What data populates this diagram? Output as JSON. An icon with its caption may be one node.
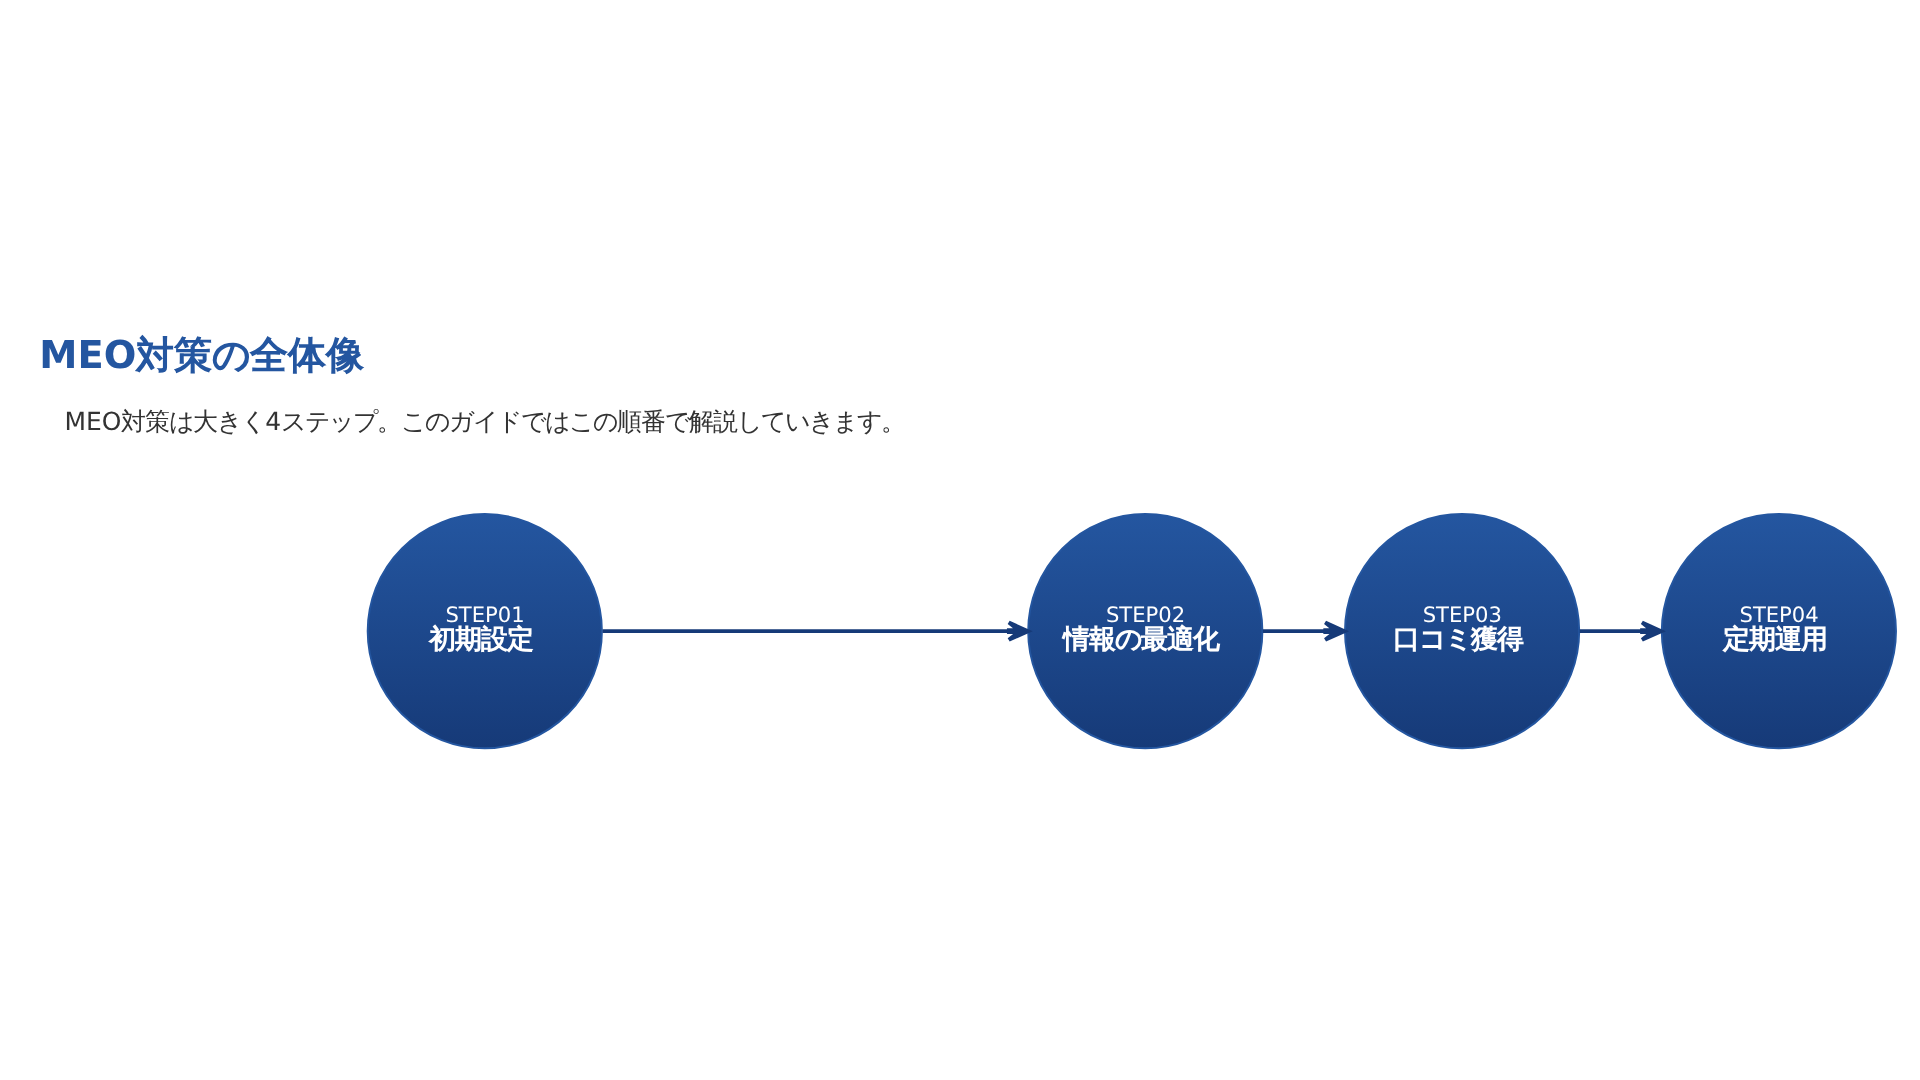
{
  "diagram": {
    "title": "MEO対策の全体像",
    "nodes": [
      {
        "text": [
          "STEP01",
          "初期設定"
        ]
      },
      {
        "text": [
          "STEP02",
          "情報の最適化"
        ]
      },
      {
        "text": [
          "STEP03",
          "口コミ獲得"
        ]
      },
      {
        "text": [
          "STEP04",
          "定期運用"
        ]
      }
    ],
    "edges": [
      {
        "from": 0,
        "to": 1,
        "arrow": "to"
      },
      {
        "from": 1,
        "to": 2,
        "arrow": "to"
      },
      {
        "from": 2,
        "to": 3,
        "arrow": "to"
      }
    ],
    "labels": [
      "MEO対策は大きく4ステップ。このガイドではこの順番で解説していきます。"
    ]
  }
}
